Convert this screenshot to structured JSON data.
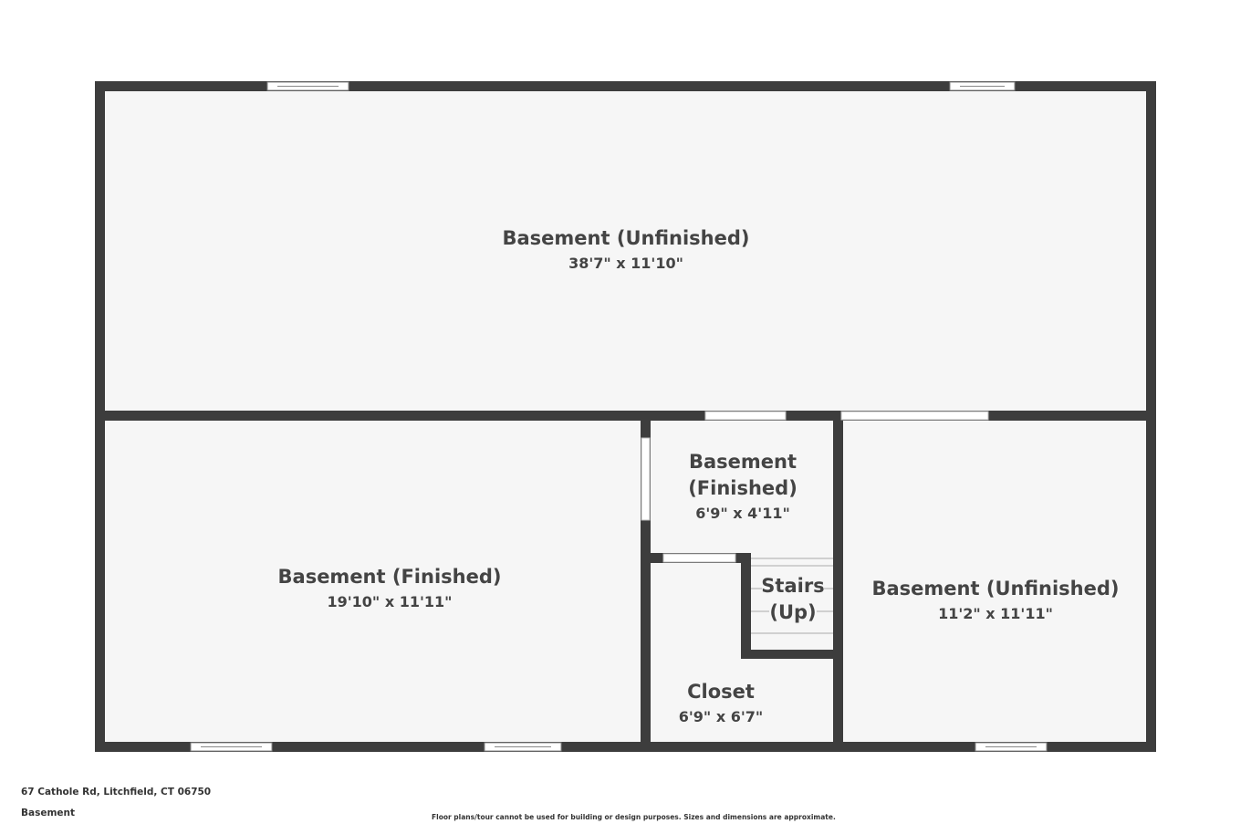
{
  "colors": {
    "wall": "#3d3d3d",
    "floor": "#f6f6f6",
    "text": "#444444"
  },
  "rooms": [
    {
      "name": "Basement (Unfinished)",
      "dims": "38'7\" x 11'10\""
    },
    {
      "name": "Basement (Finished)",
      "dims": "19'10\" x 11'11\""
    },
    {
      "name_line1": "Basement",
      "name_line2": "(Finished)",
      "dims": "6'9\" x 4'11\""
    },
    {
      "name_line1": "Stairs",
      "name_line2": "(Up)"
    },
    {
      "name": "Basement (Unfinished)",
      "dims": "11'2\" x 11'11\""
    },
    {
      "name": "Closet",
      "dims": "6'9\" x 6'7\""
    }
  ],
  "footer": {
    "address": "67 Cathole Rd, Litchfield, CT 06750",
    "floor": "Basement",
    "disclaimer": "Floor plans/tour cannot be used for building or design purposes. Sizes and dimensions are approximate."
  }
}
